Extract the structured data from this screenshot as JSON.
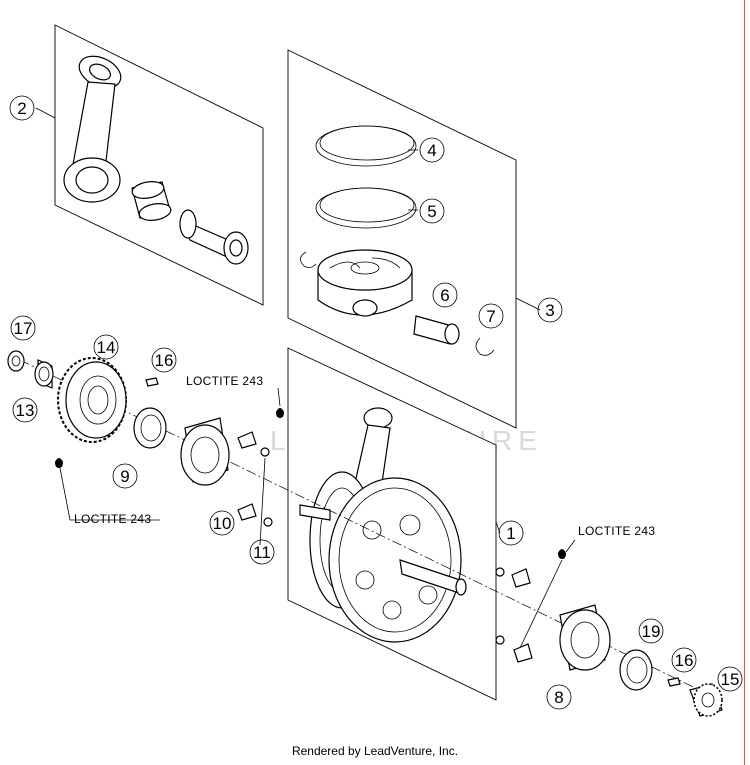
{
  "callouts": {
    "c1": "1",
    "c2": "2",
    "c3": "3",
    "c4": "4",
    "c5": "5",
    "c6": "6",
    "c7": "7",
    "c8": "8",
    "c9": "9",
    "c10": "10",
    "c11": "11",
    "c13": "13",
    "c14": "14",
    "c15": "15",
    "c16a": "16",
    "c16b": "16",
    "c17": "17",
    "c19": "19"
  },
  "labels": {
    "loctite_top": "LOCTITE 243",
    "loctite_left": "LOCTITE 243",
    "loctite_right": "LOCTITE 243"
  },
  "watermark": "LEADVENTURE",
  "footer": "Rendered by LeadVenture, Inc.",
  "colors": {
    "accent_line": "#e05050",
    "watermark": "#d8d8d8"
  }
}
